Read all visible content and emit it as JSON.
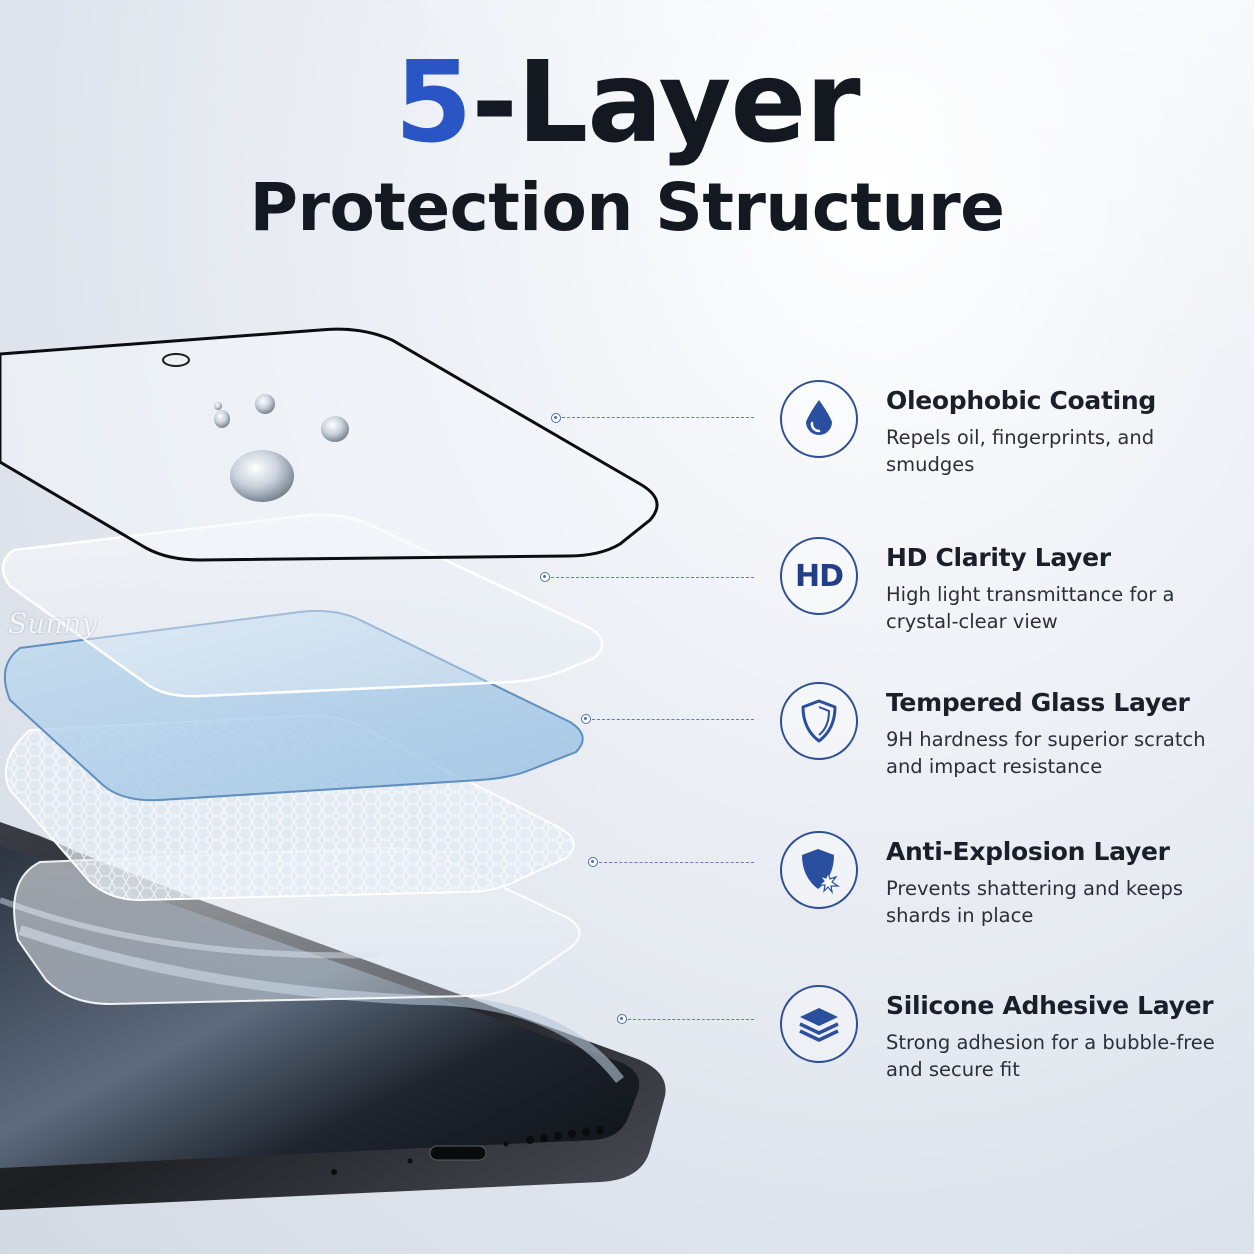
{
  "header": {
    "number": "5",
    "title_rest": "-Layer",
    "subtitle": "Protection Structure"
  },
  "watermark": "Sunny",
  "colors": {
    "accent": "#2a55c4",
    "icon_stroke": "#2f4f93",
    "title": "#141821"
  },
  "features": [
    {
      "icon": "water-drop-icon",
      "title": "Oleophobic Coating",
      "description": "Repels oil, fingerprints, and smudges"
    },
    {
      "icon": "hd-icon",
      "icon_text": "HD",
      "title": "HD Clarity Layer",
      "description": "High light transmittance for a crystal-clear view"
    },
    {
      "icon": "shield-icon",
      "title": "Tempered Glass Layer",
      "description": "9H hardness for superior scratch and impact resistance"
    },
    {
      "icon": "shield-burst-icon",
      "title": "Anti-Explosion Layer",
      "description": "Prevents shattering and keeps shards in place"
    },
    {
      "icon": "layers-icon",
      "title": "Silicone Adhesive Layer",
      "description": "Strong adhesion for a bubble-free and secure fit"
    }
  ]
}
